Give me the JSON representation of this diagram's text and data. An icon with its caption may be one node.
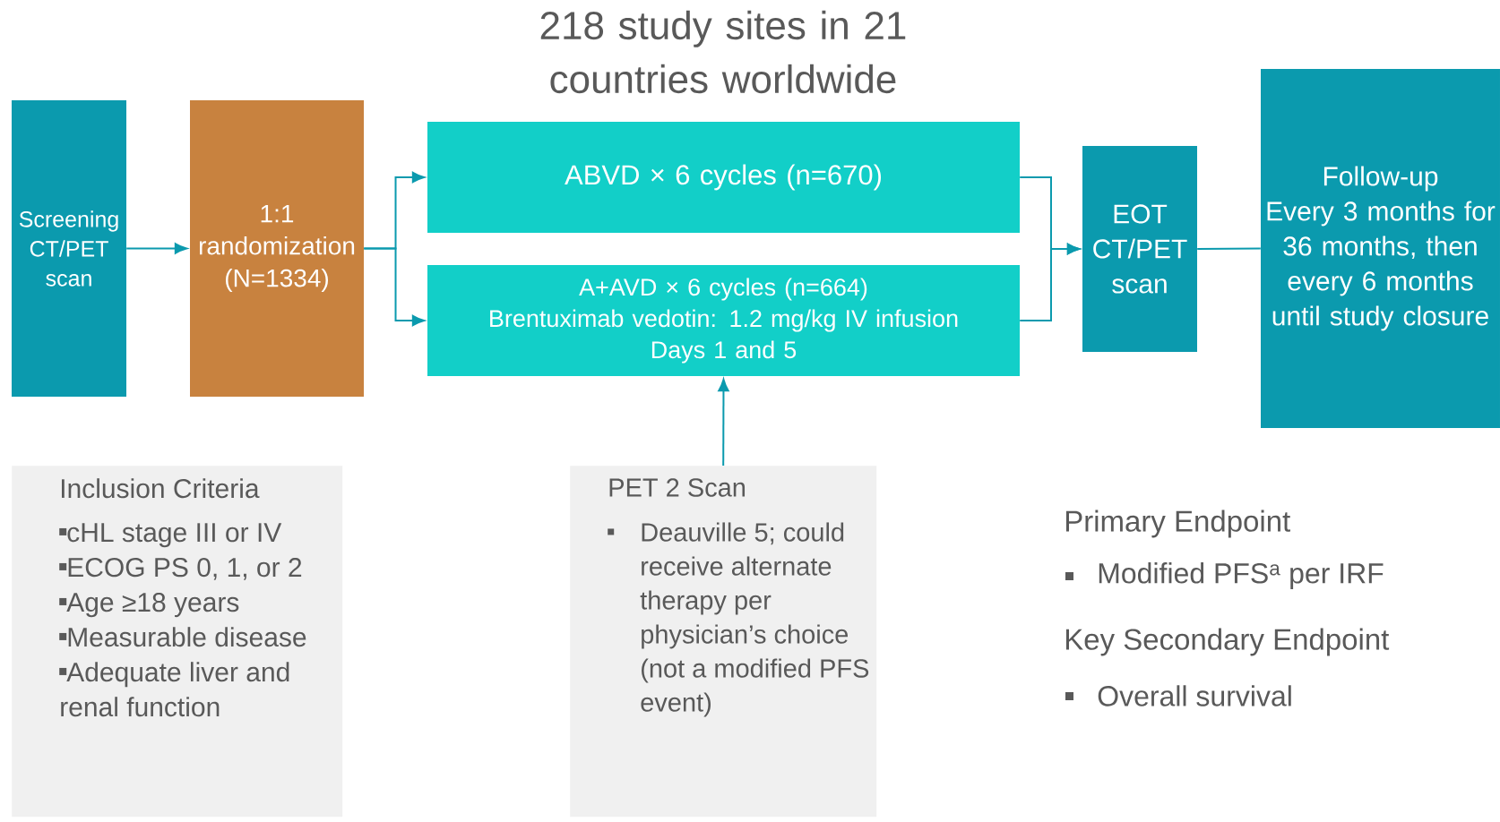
{
  "diagram": {
    "title": "218 study sites in 21 countries worldwide",
    "nodes": [
      {
        "text": [
          "Screening CT/PET scan"
        ]
      },
      {
        "text": [
          "1:1 randomization (N=1334)"
        ]
      },
      {
        "text": [
          "ABVD × 6 cycles (n=670)"
        ]
      },
      {
        "text": [
          "A+AVD × 6 cycles (n=664)",
          "Brentuximab vedotin: 1.2 mg/kg IV infusion",
          "Days 1 and 5"
        ]
      },
      {
        "text": [
          "EOT CT/PET scan"
        ]
      },
      {
        "text": [
          "Follow-up",
          "Every 3 months for 36 months, then every 6 months until study closure"
        ]
      },
      {
        "text": [
          "Inclusion Criteria",
          "cHL stage III or IV",
          "ECOG PS 0, 1, or 2",
          "Age ≥18 years",
          "Measurable disease",
          "Adequate liver and renal function"
        ]
      },
      {
        "text": [
          "PET 2 Scan",
          "Deauville 5; could receive alternate therapy per physician’s choice (not a modified PFS event)"
        ]
      }
    ],
    "edges": [
      {
        "from": 0,
        "to": 1,
        "arrow": "to"
      },
      {
        "from": 1,
        "to": 2,
        "arrow": "to"
      },
      {
        "from": 1,
        "to": 3,
        "arrow": "to"
      },
      {
        "from": 2,
        "to": 4,
        "arrow": "to"
      },
      {
        "from": 3,
        "to": 4,
        "arrow": "to"
      },
      {
        "from": 4,
        "to": 5,
        "arrow": "none"
      },
      {
        "from": 7,
        "to": 3,
        "arrow": "to"
      }
    ],
    "labels": [
      "Primary Endpoint",
      "Modified PFS$^{a}$ per IRF",
      "Key Secondary Endpoint",
      "Overall survival"
    ]
  }
}
